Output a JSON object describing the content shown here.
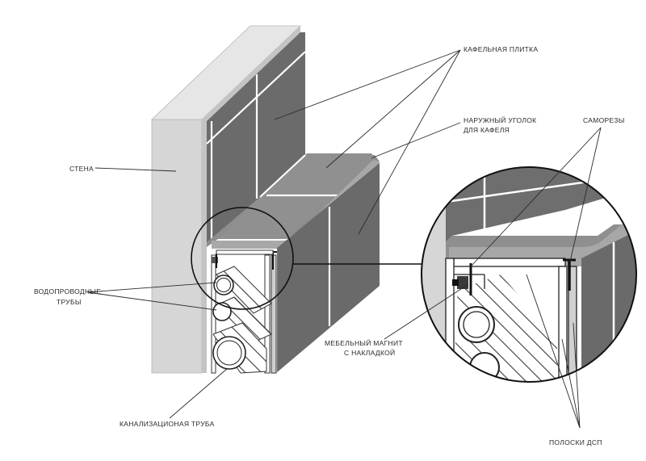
{
  "labels": {
    "tile": "КАФЕЛЬНАЯ ПЛИТКА",
    "corner_line1": "НАРУЖНЫЙ УГОЛОК",
    "corner_line2": "ДЛЯ КАФЕЛЯ",
    "screws": "САМОРЕЗЫ",
    "wall": "СТЕНА",
    "water_pipes_line1": "ВОДОПРОВОДНЫЕ",
    "water_pipes_line2": "ТРУБЫ",
    "magnet_line1": "МЕБЕЛЬНЫЙ МАГНИТ",
    "magnet_line2": "С НАКЛАДКОЙ",
    "sewer_pipe": "КАНАЛИЗАЦИОНАЯ ТРУБА",
    "chipboard_strips": "ПОЛОСКИ ДСП"
  },
  "colors": {
    "background": "#ffffff",
    "wall_front": "#d8d8d8",
    "wall_side": "#bdbdbd",
    "tile_dark": "#5f5f5f",
    "tile_mid": "#737373",
    "tile_light": "#8c8c8c",
    "box_top": "#8a8a8a",
    "box_front": "#6a6a6a",
    "box_side": "#555555",
    "ink": "#2a2a2a"
  }
}
